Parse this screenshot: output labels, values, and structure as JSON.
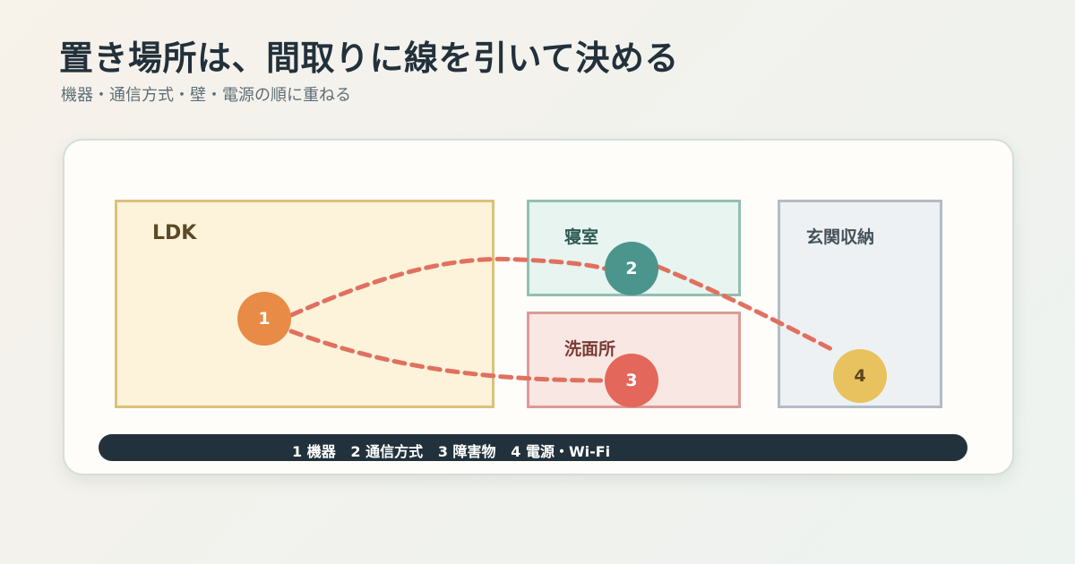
{
  "header": {
    "title": "置き場所は、間取りに線を引いて決める",
    "subtitle": "機器・通信方式・壁・電源の順に重ねる"
  },
  "rooms": {
    "ldk": "LDK",
    "bedroom": "寝室",
    "washroom": "洗面所",
    "entrance_storage": "玄関収納"
  },
  "markers": [
    "1",
    "2",
    "3",
    "4"
  ],
  "legend": {
    "text": "1 機器   2 通信方式   3 障害物   4 電源・Wi-Fi"
  },
  "colors": {
    "route": "#e07060",
    "marker_1": "#e88b46",
    "marker_2": "#4b958c",
    "marker_3": "#e4675b",
    "marker_4": "#e8c25e",
    "legend_bg": "#22323c"
  }
}
